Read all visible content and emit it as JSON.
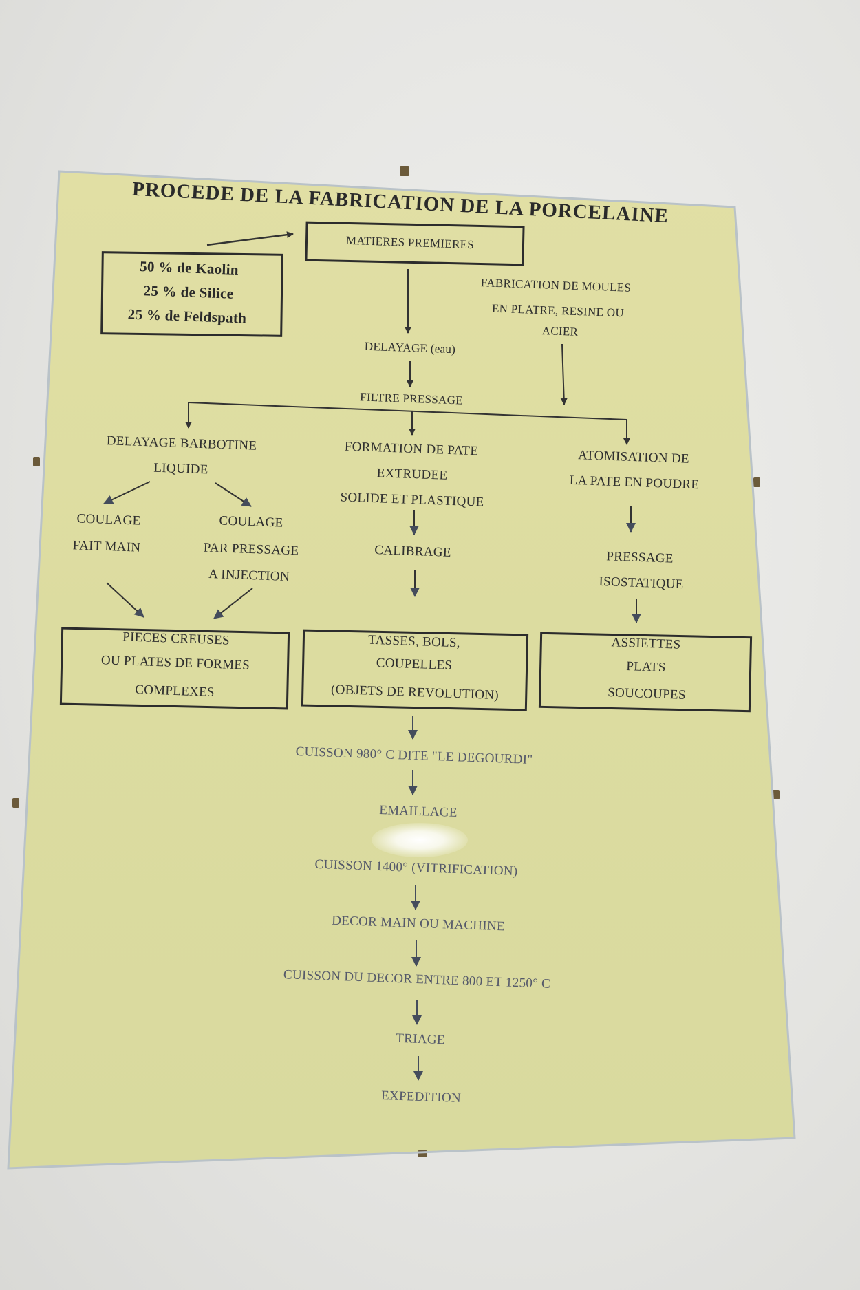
{
  "poster": {
    "title": "PROCEDE DE LA FABRICATION DE LA PORCELAINE",
    "raw_materials": "MATIERES PREMIERES",
    "ingredients": [
      "50 % de Kaolin",
      "25 %  de Silice",
      "25 % de Feldspath"
    ],
    "moulds": [
      "FABRICATION DE MOULES",
      "EN PLATRE, RESINE OU",
      "ACIER"
    ],
    "delayage": "DELAYAGE (eau)",
    "filtre": "FILTRE PRESSAGE",
    "branch_left": [
      "DELAYAGE BARBOTINE",
      "LIQUIDE"
    ],
    "branch_middle": [
      "FORMATION DE PATE",
      "EXTRUDEE",
      "SOLIDE ET PLASTIQUE"
    ],
    "branch_right": [
      "ATOMISATION DE",
      "LA PATE EN POUDRE"
    ],
    "coulage_main": [
      "COULAGE",
      "FAIT MAIN"
    ],
    "coulage_pressage": [
      "COULAGE",
      "PAR PRESSAGE",
      "A INJECTION"
    ],
    "calibrage": "CALIBRAGE",
    "pressage": [
      "PRESSAGE",
      "ISOSTATIQUE"
    ],
    "box_left": [
      "PIECES CREUSES",
      "OU PLATES DE FORMES",
      "COMPLEXES"
    ],
    "box_middle": [
      "TASSES, BOLS,",
      "COUPELLES",
      "(OBJETS DE REVOLUTION)"
    ],
    "box_right": [
      "ASSIETTES",
      "PLATS",
      "SOUCOUPES"
    ],
    "steps": [
      "CUISSON 980° C  DITE \"LE DEGOURDI\"",
      "EMAILLAGE",
      "CUISSON 1400° (VITRIFICATION)",
      "DECOR MAIN OU MACHINE",
      "CUISSON DU DECOR ENTRE 800 ET 1250° C",
      "TRIAGE",
      "EXPEDITION"
    ]
  }
}
